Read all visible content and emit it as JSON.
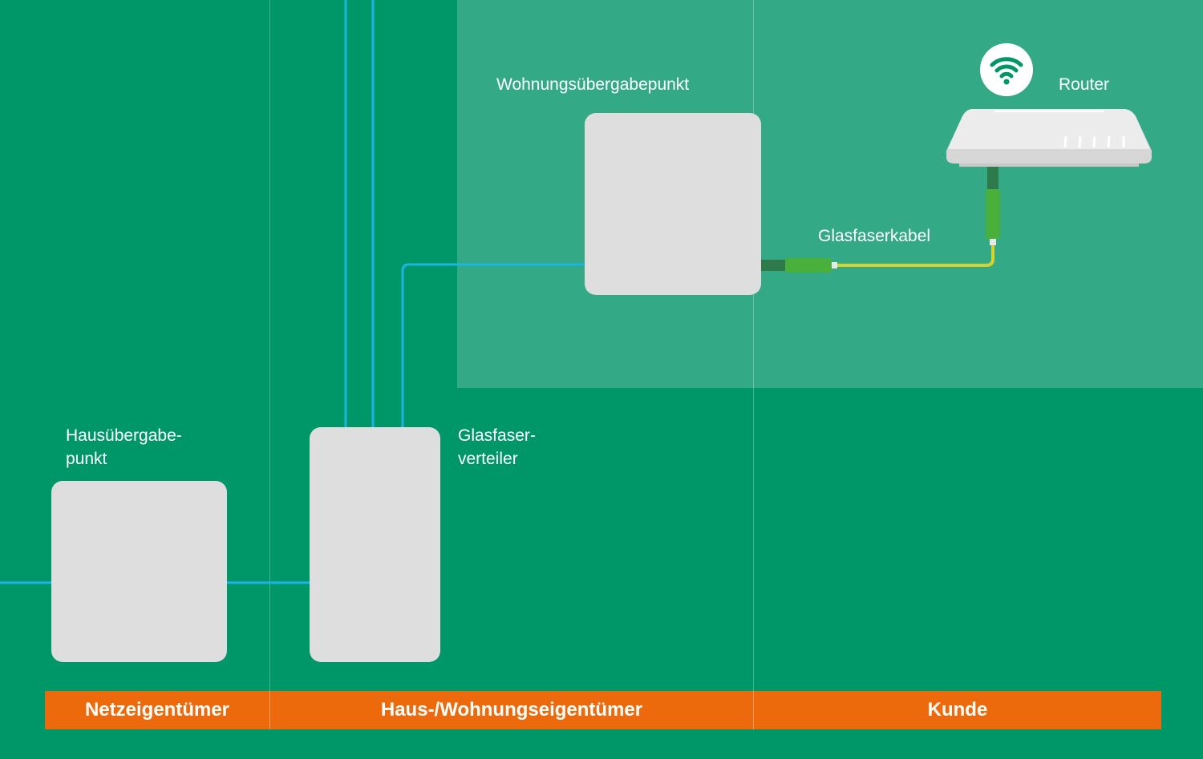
{
  "labels": {
    "wohnungsuebergabepunkt": "Wohnungsübergabepunkt",
    "router": "Router",
    "glasfaserkabel": "Glasfaserkabel",
    "hausuebergabepunkt_line1": "Hausübergabe-",
    "hausuebergabepunkt_line2": "punkt",
    "glasfaserverteiler_line1": "Glasfaser-",
    "glasfaserverteiler_line2": "verteiler"
  },
  "ownership_bar": {
    "segments": [
      "Netzeigentümer",
      "Haus-/Wohnungseigentümer",
      "Kunde"
    ]
  },
  "icons": {
    "router_status": "wifi-icon",
    "router": "router-icon"
  },
  "colors": {
    "background": "#009768",
    "customer_area": "#33a985",
    "fiber_line": "#1ab4e8",
    "patch_cable": "#d8d32a",
    "connector": "#49b03c",
    "ownership_bar": "#ec6a0b",
    "device": "#dedede"
  }
}
